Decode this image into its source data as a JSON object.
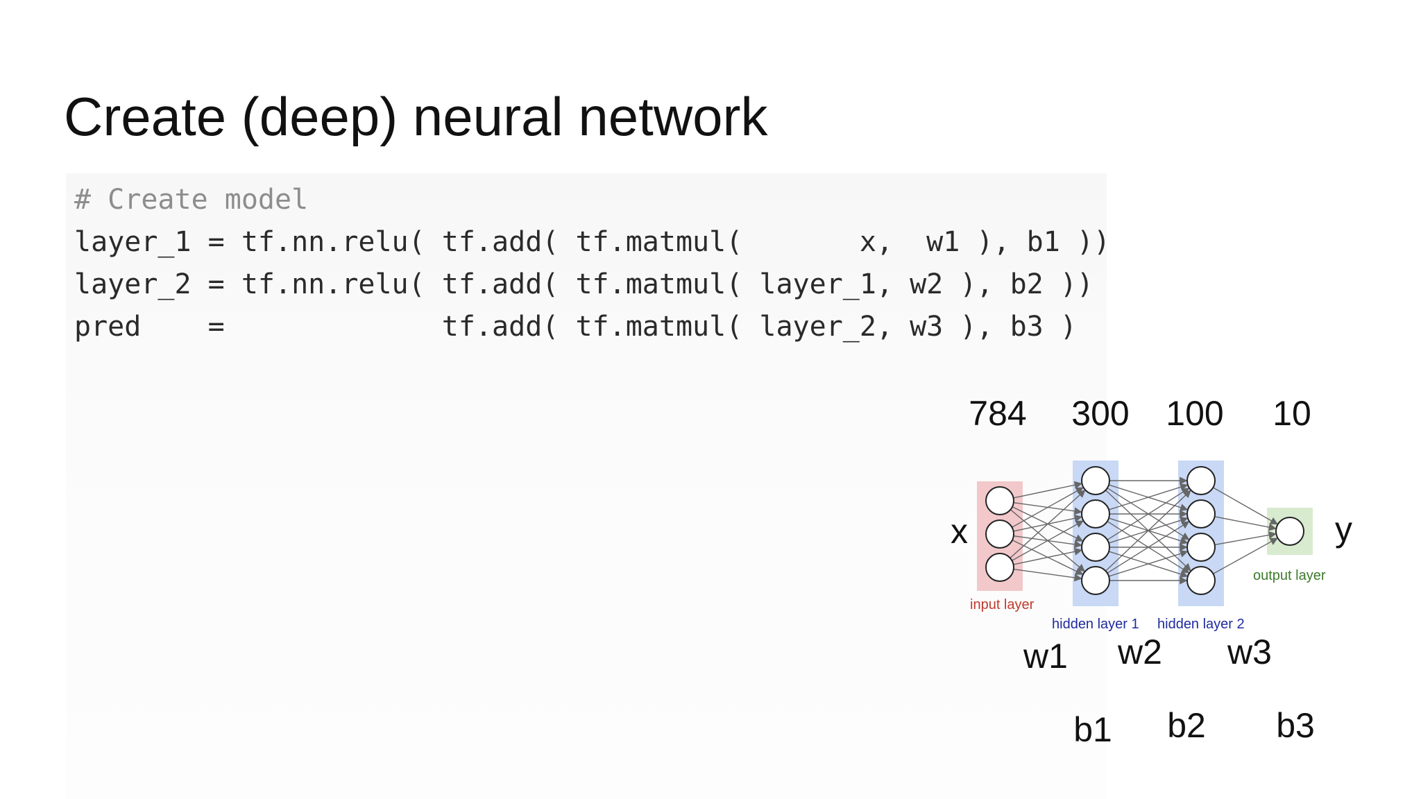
{
  "slide": {
    "title": "Create (deep) neural network"
  },
  "code": {
    "lines": [
      "# Create model",
      "layer_1 = tf.nn.relu( tf.add( tf.matmul(       x,  w1 ), b1 ))",
      "layer_2 = tf.nn.relu( tf.add( tf.matmul( layer_1, w2 ), b2 ))",
      "pred    =             tf.add( tf.matmul( layer_2, w3 ), b3 )"
    ]
  },
  "diagram": {
    "layer_sizes": [
      "784",
      "300",
      "100",
      "10"
    ],
    "input_label": "x",
    "output_label": "y",
    "layer_captions": {
      "input": "input layer",
      "hidden1": "hidden layer 1",
      "hidden2": "hidden layer 2",
      "output": "output layer"
    },
    "weights": [
      "w1",
      "w2",
      "w3"
    ],
    "biases": [
      "b1",
      "b2",
      "b3"
    ],
    "colors": {
      "input_band": "#f2c8cb",
      "hidden_band": "#c8d8f5",
      "output_band": "#d8ebcf",
      "input_text": "#c0392b",
      "hidden_text": "#1f2a9e",
      "output_text": "#3c7a2a",
      "edge": "#666666"
    },
    "node_counts": [
      3,
      4,
      4,
      1
    ]
  }
}
